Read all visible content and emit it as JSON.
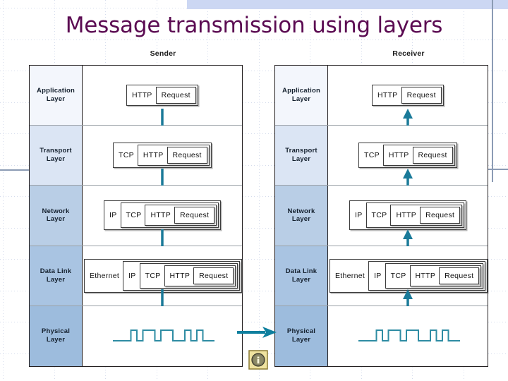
{
  "slide": {
    "title": "Message transmission using layers",
    "title_color": "#5b0b52",
    "top_band_color": "#ccd7f3",
    "rule_color": "#8b9bb4",
    "arrow_color": "#1a7a99",
    "transmit_arrow_color": "#0e7f9e"
  },
  "columns": [
    {
      "id": "sender",
      "header": "Sender"
    },
    {
      "id": "receiver",
      "header": "Receiver"
    }
  ],
  "layers": [
    {
      "name": "Application\nLayer",
      "line1": "Application",
      "line2": "Layer",
      "color": "#f3f6fc"
    },
    {
      "name": "Transport Layer",
      "line1": "Transport",
      "line2": "Layer",
      "color": "#dbe5f4"
    },
    {
      "name": "Network Layer",
      "line1": "Network",
      "line2": "Layer",
      "color": "#b9cee6"
    },
    {
      "name": "Data Link Layer",
      "line1": "Data Link",
      "line2": "Layer",
      "color": "#a9c4e2"
    },
    {
      "name": "Physical Layer",
      "line1": "Physical",
      "line2": "Layer",
      "color": "#9dbcdd"
    }
  ],
  "sender": {
    "application": {
      "fields": [
        "HTTP",
        "Request"
      ]
    },
    "transport": {
      "fields": [
        "TCP",
        "HTTP",
        "Request"
      ]
    },
    "network": {
      "fields": [
        "IP",
        "TCP",
        "HTTP",
        "Request"
      ]
    },
    "datalink": {
      "fields": [
        "Ethernet",
        "IP",
        "TCP",
        "HTTP",
        "Request"
      ]
    },
    "physical": {
      "signal": "square-wave"
    },
    "arrow_direction": "down"
  },
  "receiver": {
    "application": {
      "fields": [
        "HTTP",
        "Request"
      ]
    },
    "transport": {
      "fields": [
        "TCP",
        "HTTP",
        "Request"
      ]
    },
    "network": {
      "fields": [
        "IP",
        "TCP",
        "HTTP",
        "Request"
      ]
    },
    "datalink": {
      "fields": [
        "Ethernet",
        "IP",
        "TCP",
        "HTTP",
        "Request"
      ]
    },
    "physical": {
      "signal": "square-wave"
    },
    "arrow_direction": "up"
  },
  "labels": {
    "http": "HTTP",
    "request": "Request",
    "tcp": "TCP",
    "ip": "IP",
    "ethernet": "Ethernet"
  },
  "icons": {
    "info": "info-icon",
    "transmit": "right-arrow-icon"
  }
}
